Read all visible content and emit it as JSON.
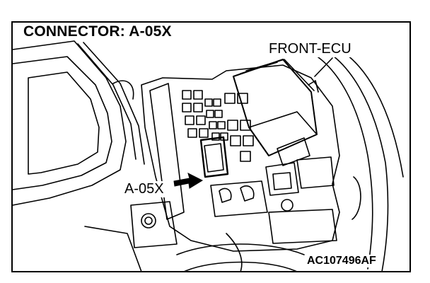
{
  "figure": {
    "title": "CONNECTOR: A-05X",
    "labels": {
      "front_ecu": "FRONT-ECU",
      "connector": "A-05X"
    },
    "figure_id": "AC107496AF"
  },
  "colors": {
    "line": "#000000",
    "background": "#ffffff"
  },
  "icons": [
    "arrow-right-icon"
  ]
}
